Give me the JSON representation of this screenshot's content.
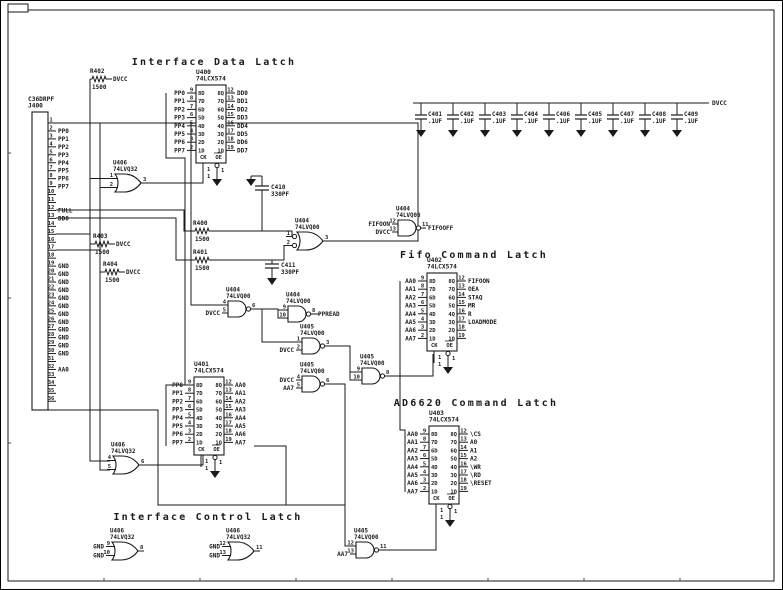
{
  "titles": [
    {
      "text": "Interface Data Latch"
    },
    {
      "text": "Fifo Command Latch"
    },
    {
      "text": "AD6620 Command Latch"
    },
    {
      "text": "Interface Control Latch"
    }
  ],
  "connector": {
    "part": "C36DRPF",
    "refdes": "J400",
    "pins": [
      {
        "n": "1",
        "label": ""
      },
      {
        "n": "2",
        "label": "PP0"
      },
      {
        "n": "3",
        "label": "PP1"
      },
      {
        "n": "4",
        "label": "PP2"
      },
      {
        "n": "5",
        "label": "PP3"
      },
      {
        "n": "6",
        "label": "PP4"
      },
      {
        "n": "7",
        "label": "PP5"
      },
      {
        "n": "8",
        "label": "PP6"
      },
      {
        "n": "9",
        "label": "PP7"
      },
      {
        "n": "10",
        "label": ""
      },
      {
        "n": "11",
        "label": ""
      },
      {
        "n": "12",
        "label": "FULL"
      },
      {
        "n": "13",
        "label": "DD0"
      },
      {
        "n": "14",
        "label": ""
      },
      {
        "n": "15",
        "label": ""
      },
      {
        "n": "16",
        "label": ""
      },
      {
        "n": "17",
        "label": ""
      },
      {
        "n": "18",
        "label": ""
      },
      {
        "n": "19",
        "label": "GND"
      },
      {
        "n": "20",
        "label": "GND"
      },
      {
        "n": "21",
        "label": "GND"
      },
      {
        "n": "22",
        "label": "GND"
      },
      {
        "n": "23",
        "label": "GND"
      },
      {
        "n": "24",
        "label": "GND"
      },
      {
        "n": "25",
        "label": "GND"
      },
      {
        "n": "26",
        "label": "GND"
      },
      {
        "n": "27",
        "label": "GND"
      },
      {
        "n": "28",
        "label": "GND"
      },
      {
        "n": "29",
        "label": "GND"
      },
      {
        "n": "30",
        "label": "GND"
      },
      {
        "n": "31",
        "label": ""
      },
      {
        "n": "32",
        "label": "AA0"
      },
      {
        "n": "33",
        "label": ""
      },
      {
        "n": "34",
        "label": ""
      },
      {
        "n": "35",
        "label": ""
      },
      {
        "n": "36",
        "label": ""
      }
    ]
  },
  "latches": [
    {
      "refdes": "U400",
      "part": "74LCX574",
      "ck_label": "CK",
      "oe_label": "OE",
      "ck_digits": [
        "1",
        "1"
      ],
      "oe_pin": "1",
      "left": [
        {
          "pin": "9",
          "port": "8D",
          "net": "PP0"
        },
        {
          "pin": "8",
          "port": "7D",
          "net": "PP1"
        },
        {
          "pin": "7",
          "port": "6D",
          "net": "PP2"
        },
        {
          "pin": "6",
          "port": "5D",
          "net": "PP3"
        },
        {
          "pin": "5",
          "port": "4D",
          "net": "PP4"
        },
        {
          "pin": "4",
          "port": "3D",
          "net": "PP5"
        },
        {
          "pin": "3",
          "port": "2D",
          "net": "PP6"
        },
        {
          "pin": "2",
          "port": "1D",
          "net": "PP7"
        }
      ],
      "right": [
        {
          "pin": "12",
          "port": "8Q",
          "net": "DD0"
        },
        {
          "pin": "13",
          "port": "7Q",
          "net": "DD1"
        },
        {
          "pin": "14",
          "port": "6Q",
          "net": "DD2"
        },
        {
          "pin": "15",
          "port": "5Q",
          "net": "DD3"
        },
        {
          "pin": "16",
          "port": "4Q",
          "net": "DD4"
        },
        {
          "pin": "17",
          "port": "3Q",
          "net": "DD5"
        },
        {
          "pin": "18",
          "port": "2Q",
          "net": "DD6"
        },
        {
          "pin": "19",
          "port": "1Q",
          "net": "DD7"
        }
      ]
    },
    {
      "refdes": "U402",
      "part": "74LCX574",
      "ck_label": "CK",
      "oe_label": "OE",
      "ck_digits": [
        "1",
        "1"
      ],
      "oe_pin": "1",
      "left": [
        {
          "pin": "9",
          "port": "8D",
          "net": "AA0"
        },
        {
          "pin": "8",
          "port": "7D",
          "net": "AA1"
        },
        {
          "pin": "7",
          "port": "6D",
          "net": "AA2"
        },
        {
          "pin": "6",
          "port": "5D",
          "net": "AA3"
        },
        {
          "pin": "5",
          "port": "4D",
          "net": "AA4"
        },
        {
          "pin": "4",
          "port": "3D",
          "net": "AA5"
        },
        {
          "pin": "3",
          "port": "2D",
          "net": "AA6"
        },
        {
          "pin": "2",
          "port": "1D",
          "net": "AA7"
        }
      ],
      "right": [
        {
          "pin": "12",
          "port": "8Q",
          "net": "FIFOON"
        },
        {
          "pin": "13",
          "port": "7Q",
          "net": "OEA"
        },
        {
          "pin": "14",
          "port": "6Q",
          "net": "STAQ"
        },
        {
          "pin": "15",
          "port": "5Q",
          "net": "MR"
        },
        {
          "pin": "16",
          "port": "4Q",
          "net": "R"
        },
        {
          "pin": "17",
          "port": "3Q",
          "net": "LOADMODE"
        },
        {
          "pin": "18",
          "port": "2Q",
          "net": ""
        },
        {
          "pin": "19",
          "port": "1Q",
          "net": ""
        }
      ]
    },
    {
      "refdes": "U403",
      "part": "74LCX574",
      "ck_label": "CK",
      "oe_label": "OE",
      "ck_digits": [
        "1",
        "1"
      ],
      "oe_pin": "1",
      "left": [
        {
          "pin": "9",
          "port": "8D",
          "net": "AA0"
        },
        {
          "pin": "8",
          "port": "7D",
          "net": "AA1"
        },
        {
          "pin": "7",
          "port": "6D",
          "net": "AA2"
        },
        {
          "pin": "6",
          "port": "5D",
          "net": "AA3"
        },
        {
          "pin": "5",
          "port": "4D",
          "net": "AA4"
        },
        {
          "pin": "4",
          "port": "3D",
          "net": "AA5"
        },
        {
          "pin": "3",
          "port": "2D",
          "net": "AA6"
        },
        {
          "pin": "2",
          "port": "1D",
          "net": "AA7"
        }
      ],
      "right": [
        {
          "pin": "12",
          "port": "8Q",
          "net": "\\CS"
        },
        {
          "pin": "13",
          "port": "7Q",
          "net": "A0"
        },
        {
          "pin": "14",
          "port": "6Q",
          "net": "A1"
        },
        {
          "pin": "15",
          "port": "5Q",
          "net": "A2"
        },
        {
          "pin": "16",
          "port": "4Q",
          "net": "\\WR"
        },
        {
          "pin": "17",
          "port": "3Q",
          "net": "\\RD"
        },
        {
          "pin": "18",
          "port": "2Q",
          "net": "\\RESET"
        },
        {
          "pin": "19",
          "port": "1Q",
          "net": ""
        }
      ]
    },
    {
      "refdes": "U401",
      "part": "74LCX574",
      "ck_label": "CK",
      "oe_label": "OE",
      "ck_digits": [
        "1",
        "1"
      ],
      "oe_pin": "1",
      "left": [
        {
          "pin": "9",
          "port": "8D",
          "net": "PP0"
        },
        {
          "pin": "8",
          "port": "7D",
          "net": "PP1"
        },
        {
          "pin": "7",
          "port": "6D",
          "net": "PP2"
        },
        {
          "pin": "6",
          "port": "5D",
          "net": "PP3"
        },
        {
          "pin": "5",
          "port": "4D",
          "net": "PP4"
        },
        {
          "pin": "4",
          "port": "3D",
          "net": "PP5"
        },
        {
          "pin": "3",
          "port": "2D",
          "net": "PP6"
        },
        {
          "pin": "2",
          "port": "1D",
          "net": "PP7"
        }
      ],
      "right": [
        {
          "pin": "12",
          "port": "8Q",
          "net": "AA0"
        },
        {
          "pin": "13",
          "port": "7Q",
          "net": "AA1"
        },
        {
          "pin": "14",
          "port": "6Q",
          "net": "AA2"
        },
        {
          "pin": "15",
          "port": "5Q",
          "net": "AA3"
        },
        {
          "pin": "16",
          "port": "4Q",
          "net": "AA4"
        },
        {
          "pin": "17",
          "port": "3Q",
          "net": "AA5"
        },
        {
          "pin": "18",
          "port": "2Q",
          "net": "AA6"
        },
        {
          "pin": "19",
          "port": "1Q",
          "net": "AA7"
        }
      ]
    }
  ],
  "gates": [
    {
      "refdes": "U406",
      "part": "74LVQ32",
      "pa": "1",
      "pb": "2",
      "po": "3",
      "na": "",
      "nb": "",
      "no": ""
    },
    {
      "refdes": "U406",
      "part": "74LVQ32",
      "pa": "4",
      "pb": "5",
      "po": "6",
      "na": "",
      "nb": "",
      "no": ""
    },
    {
      "refdes": "U406",
      "part": "74LVQ32",
      "pa": "9",
      "pb": "10",
      "po": "8",
      "na": "GND",
      "nb": "GND",
      "no": ""
    },
    {
      "refdes": "U406",
      "part": "74LVQ32",
      "pa": "12",
      "pb": "13",
      "po": "11",
      "na": "GND",
      "nb": "GND",
      "no": ""
    },
    {
      "refdes": "U404",
      "part": "74LVQ00",
      "pa": "1",
      "pb": "2",
      "po": "3",
      "na": "",
      "nb": "",
      "no": ""
    },
    {
      "refdes": "U404",
      "part": "74LVQ00",
      "pa": "4",
      "pb": "5",
      "po": "6",
      "na": "",
      "nb": "DVCC",
      "no": ""
    },
    {
      "refdes": "U404",
      "part": "74LVQ00",
      "pa": "9",
      "pb": "10",
      "po": "8",
      "na": "",
      "nb": "",
      "no": "PPREAD"
    },
    {
      "refdes": "U404",
      "part": "74LVQ00",
      "pa": "12",
      "pb": "13",
      "po": "11",
      "na": "FIFOON",
      "nb": "DVCC",
      "no": "FIFOOFF"
    },
    {
      "refdes": "U405",
      "part": "74LVQ00",
      "pa": "1",
      "pb": "2",
      "po": "3",
      "na": "",
      "nb": "DVCC",
      "no": ""
    },
    {
      "refdes": "U405",
      "part": "74LVQ00",
      "pa": "4",
      "pb": "5",
      "po": "6",
      "na": "DVCC",
      "nb": "AA7",
      "no": ""
    },
    {
      "refdes": "U405",
      "part": "74LVQ00",
      "pa": "9",
      "pb": "10",
      "po": "8",
      "na": "",
      "nb": "",
      "no": ""
    },
    {
      "refdes": "U405",
      "part": "74LVQ00",
      "pa": "12",
      "pb": "13",
      "po": "11",
      "na": "",
      "nb": "AA7",
      "no": ""
    }
  ],
  "resistors": [
    {
      "refdes": "R402",
      "value": "1500",
      "pull": "DVCC"
    },
    {
      "refdes": "R400",
      "value": "1500",
      "pull": ""
    },
    {
      "refdes": "R401",
      "value": "1500",
      "pull": ""
    },
    {
      "refdes": "R403",
      "value": "1500",
      "pull": "DVCC"
    },
    {
      "refdes": "R404",
      "value": "1500",
      "pull": "DVCC"
    }
  ],
  "capacitors": [
    {
      "refdes": "C410",
      "value": "330PF"
    },
    {
      "refdes": "C411",
      "value": "330PF"
    }
  ],
  "cap_bank": {
    "rail_net": "DVCC",
    "caps": [
      {
        "refdes": "C401",
        "value": ".1UF"
      },
      {
        "refdes": "C402",
        "value": ".1UF"
      },
      {
        "refdes": "C403",
        "value": ".1UF"
      },
      {
        "refdes": "C404",
        "value": ".1UF"
      },
      {
        "refdes": "C406",
        "value": ".1UF"
      },
      {
        "refdes": "C405",
        "value": ".1UF"
      },
      {
        "refdes": "C407",
        "value": ".1UF"
      },
      {
        "refdes": "C408",
        "value": ".1UF"
      },
      {
        "refdes": "C409",
        "value": ".1UF"
      }
    ]
  }
}
